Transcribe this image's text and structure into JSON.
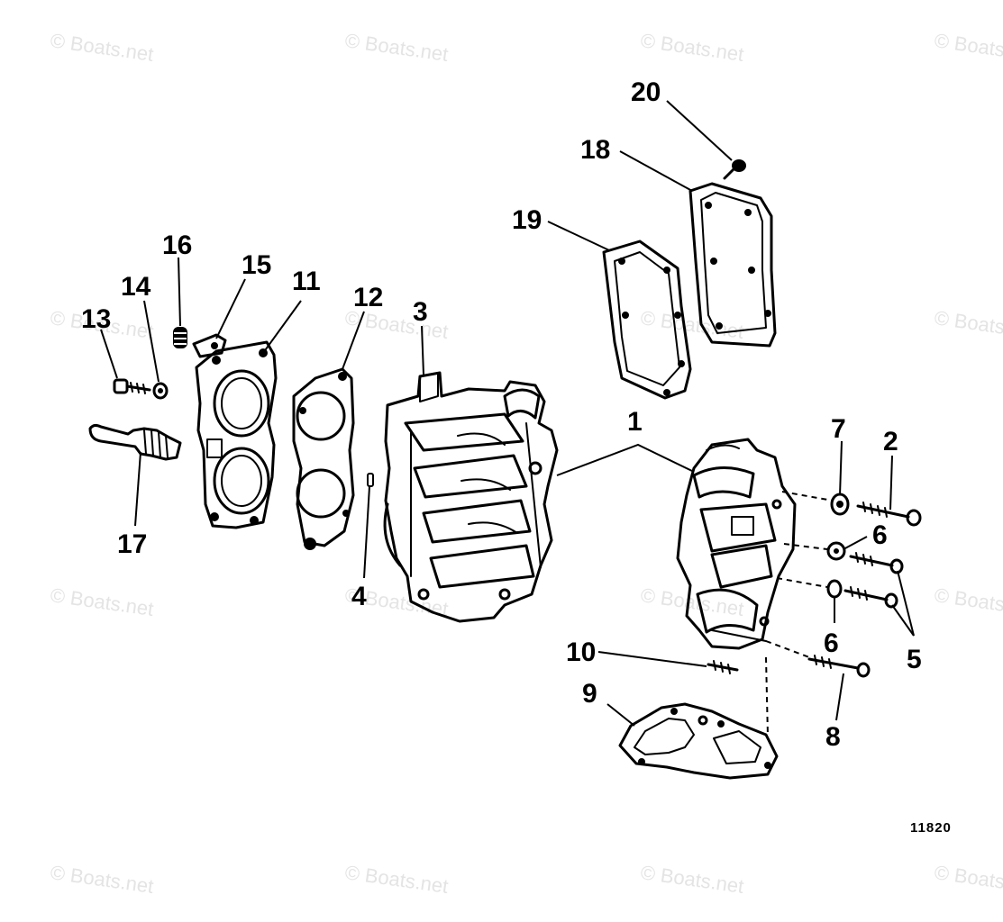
{
  "watermark": {
    "text": "© Boats.net"
  },
  "diagram_id": "11820",
  "callouts": [
    "1",
    "2",
    "3",
    "4",
    "5",
    "6",
    "6",
    "7",
    "8",
    "9",
    "10",
    "11",
    "12",
    "13",
    "14",
    "15",
    "16",
    "17",
    "18",
    "19",
    "20"
  ]
}
